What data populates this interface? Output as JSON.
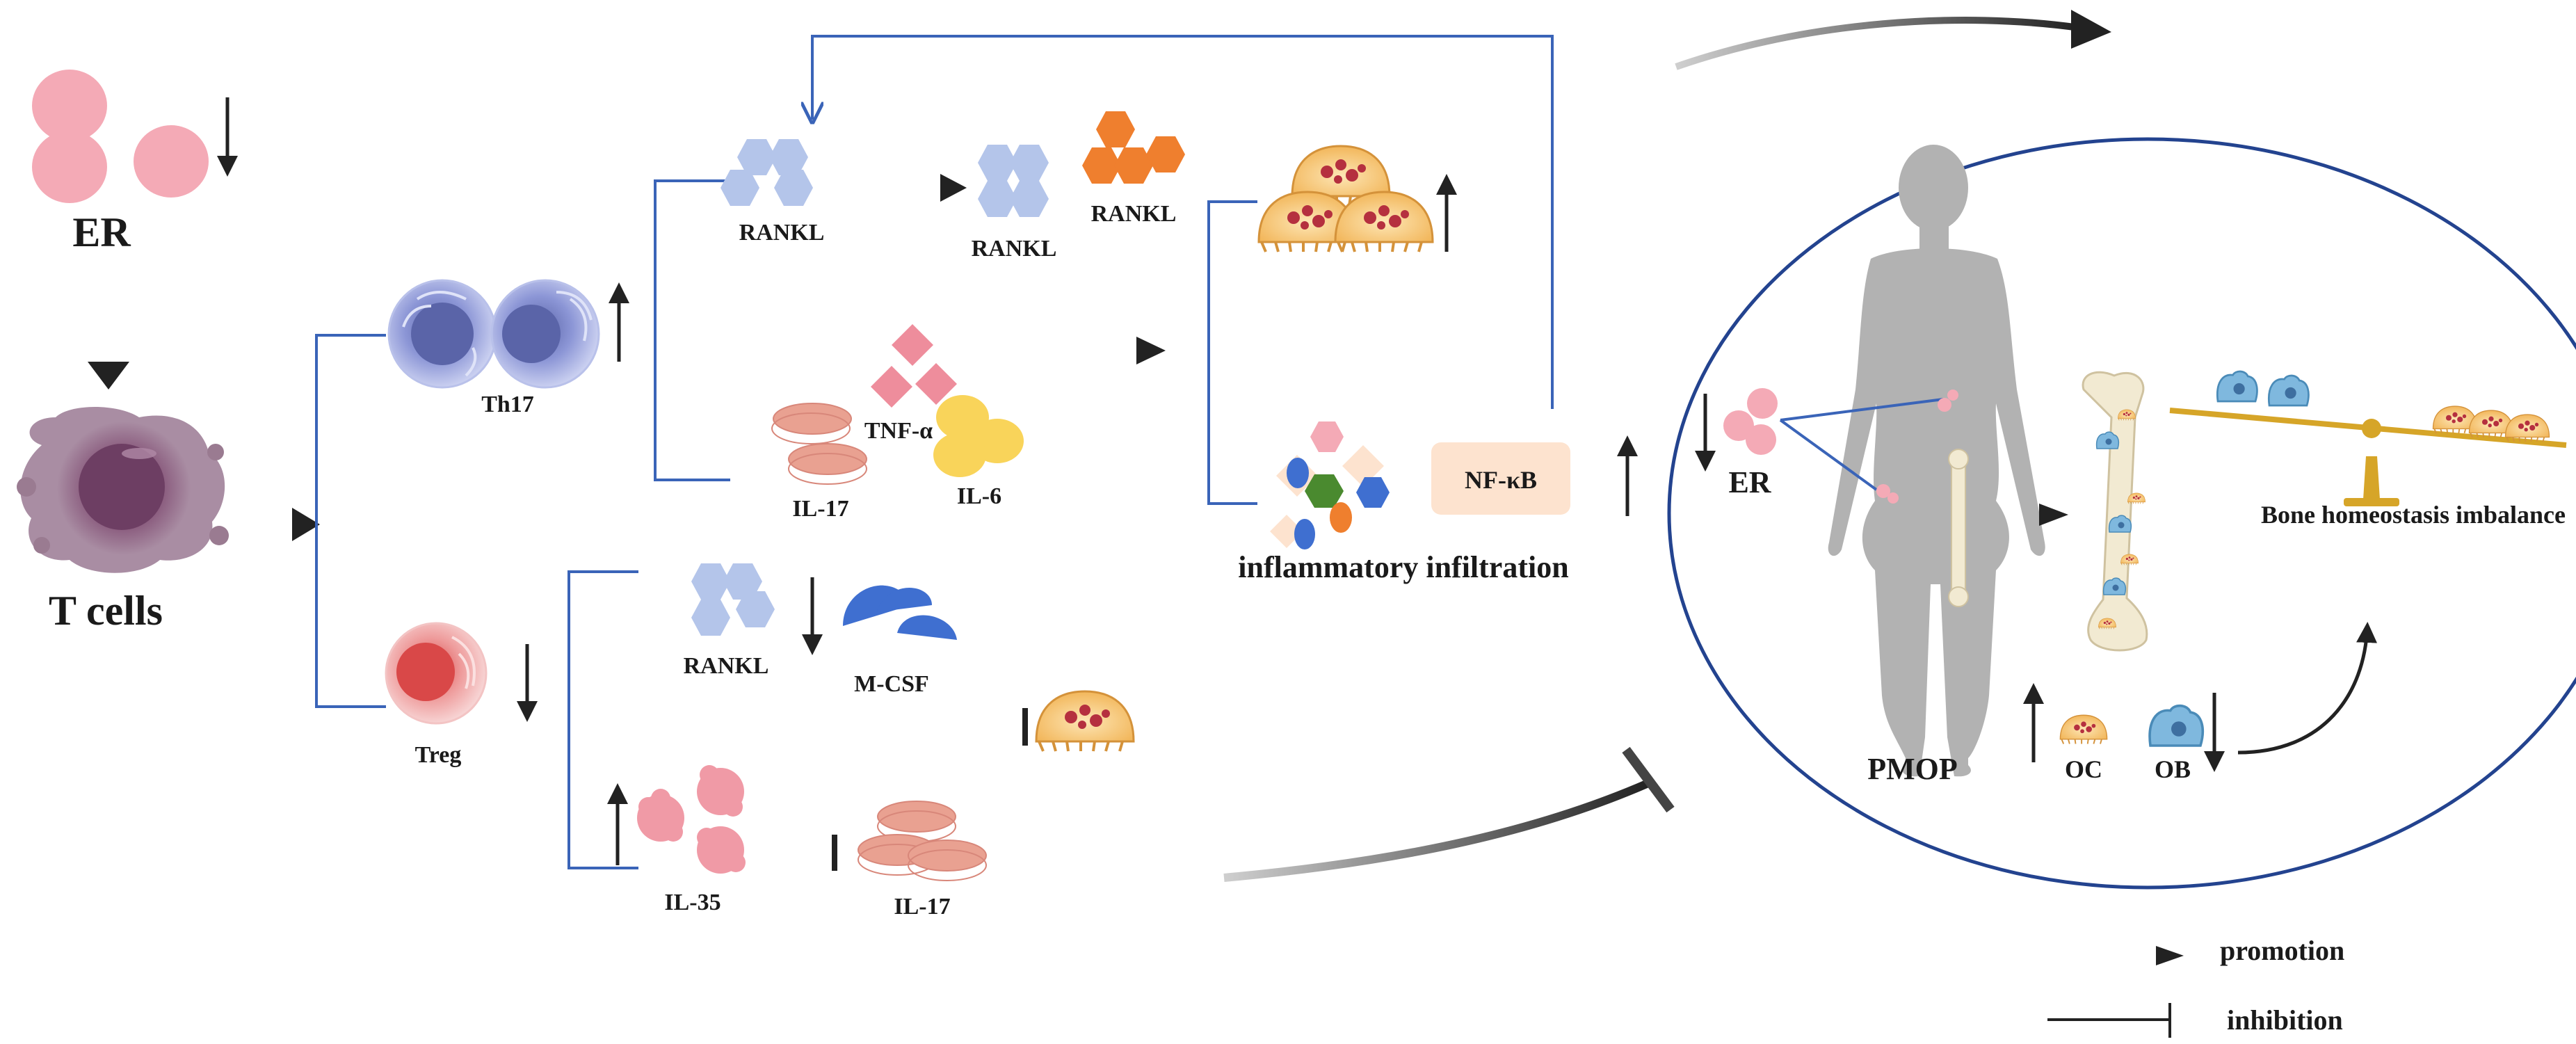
{
  "labels": {
    "er_top": "ER",
    "t_cells": "T cells",
    "th17": "Th17",
    "treg": "Treg",
    "rankl_1": "RANKL",
    "rankl_2": "RANKL",
    "rankl_3": "RANKL",
    "rankl_4": "RANKL",
    "tnf": "TNF-α",
    "il6": "IL-6",
    "il17_1": "IL-17",
    "il17_2": "IL-17",
    "mcsf": "M-CSF",
    "il35": "IL-35",
    "nfkb": "NF-κB",
    "inflammatory": "inflammatory infiltration",
    "er_right": "ER",
    "pmop": "PMOP",
    "oc": "OC",
    "ob": "OB",
    "bone_imbalance": "Bone homeostasis imbalance"
  },
  "legend": {
    "promotion": "promotion",
    "inhibition": "inhibition"
  },
  "colors": {
    "bracket": "#3a64b8",
    "arrow": "#222222",
    "er_pink": "#f4aab6",
    "rankl_blue": "#b4c5ea",
    "rankl_orange": "#ef7f2e",
    "mcsf_blue": "#3f6fd0",
    "il_salmon": "#e9a191",
    "il6_yellow": "#f9d45a",
    "tnf_pink": "#ee8d9c",
    "osteoclast": "#f7c26b",
    "nfkb_box": "#fde3cf",
    "circle": "#23438f",
    "silhouette": "#b2b2b2"
  }
}
